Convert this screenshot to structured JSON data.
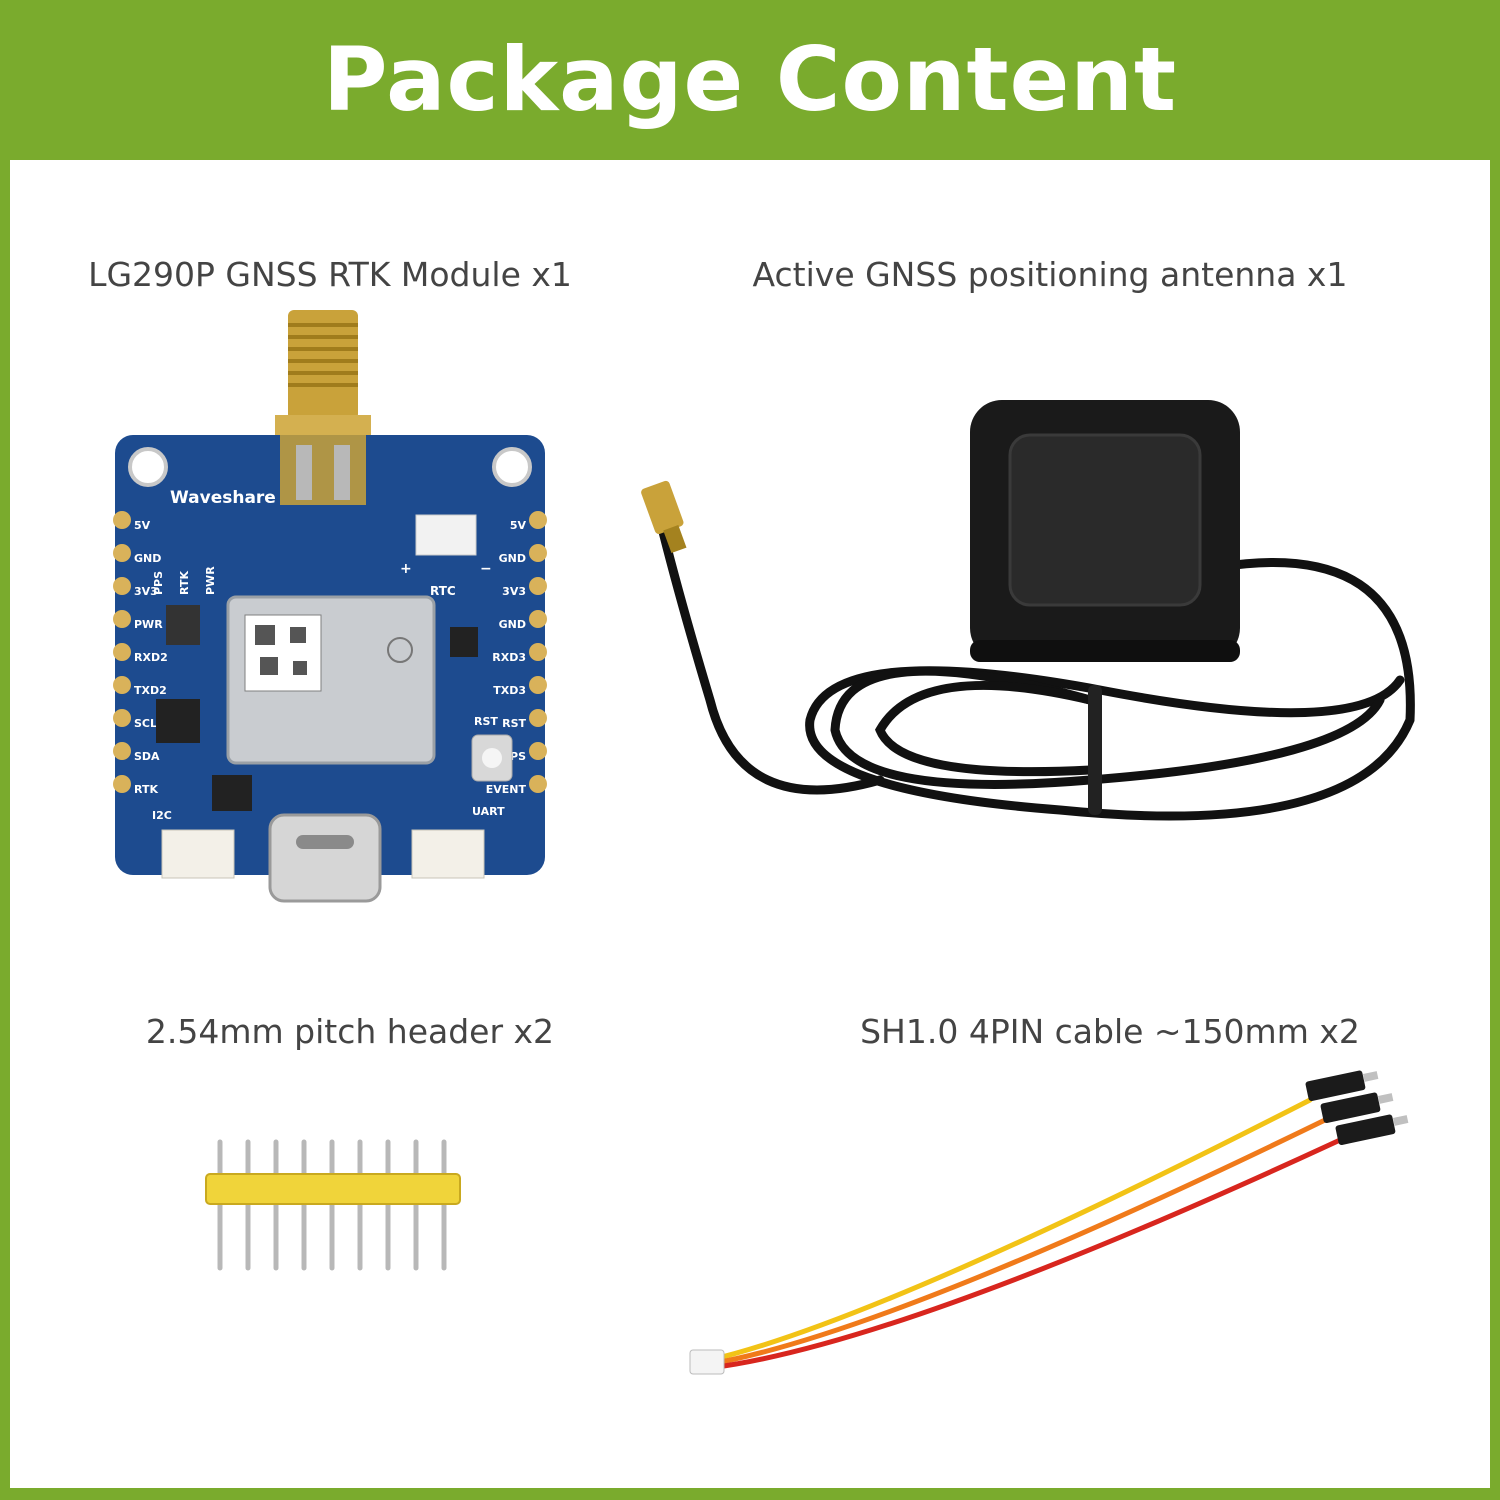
{
  "header": {
    "title": "Package Content"
  },
  "items": [
    {
      "label": "LG290P GNSS RTK Module x1",
      "icon": "gnss-module-board"
    },
    {
      "label": "Active GNSS positioning antenna x1",
      "icon": "gnss-antenna"
    },
    {
      "label": "2.54mm pitch header x2",
      "icon": "pin-header"
    },
    {
      "label": "SH1.0 4PIN cable ~150mm x2",
      "icon": "sh1-cable"
    }
  ],
  "board": {
    "brand": "Waveshare",
    "left_pins": [
      "5V",
      "GND",
      "3V3",
      "PWR",
      "RXD2",
      "TXD2",
      "SCL",
      "SDA",
      "RTK"
    ],
    "right_pins": [
      "5V",
      "GND",
      "3V3",
      "GND",
      "RXD3",
      "TXD3",
      "RST",
      "PPS",
      "EVENT"
    ],
    "leds": [
      "PPS",
      "RTK",
      "PWR"
    ],
    "labels": {
      "rtc": "RTC",
      "rst": "RST",
      "uart": "UART",
      "i2c": "I2C",
      "plus": "+",
      "minus": "−"
    }
  },
  "colors": {
    "accent": "#7aab2d",
    "pcb": "#1d4b8f",
    "gold": "#c9a23a",
    "header_plastic": "#f0d43a",
    "wire_yellow": "#f2c316",
    "wire_orange": "#f07a1a",
    "wire_red": "#d8261e"
  }
}
